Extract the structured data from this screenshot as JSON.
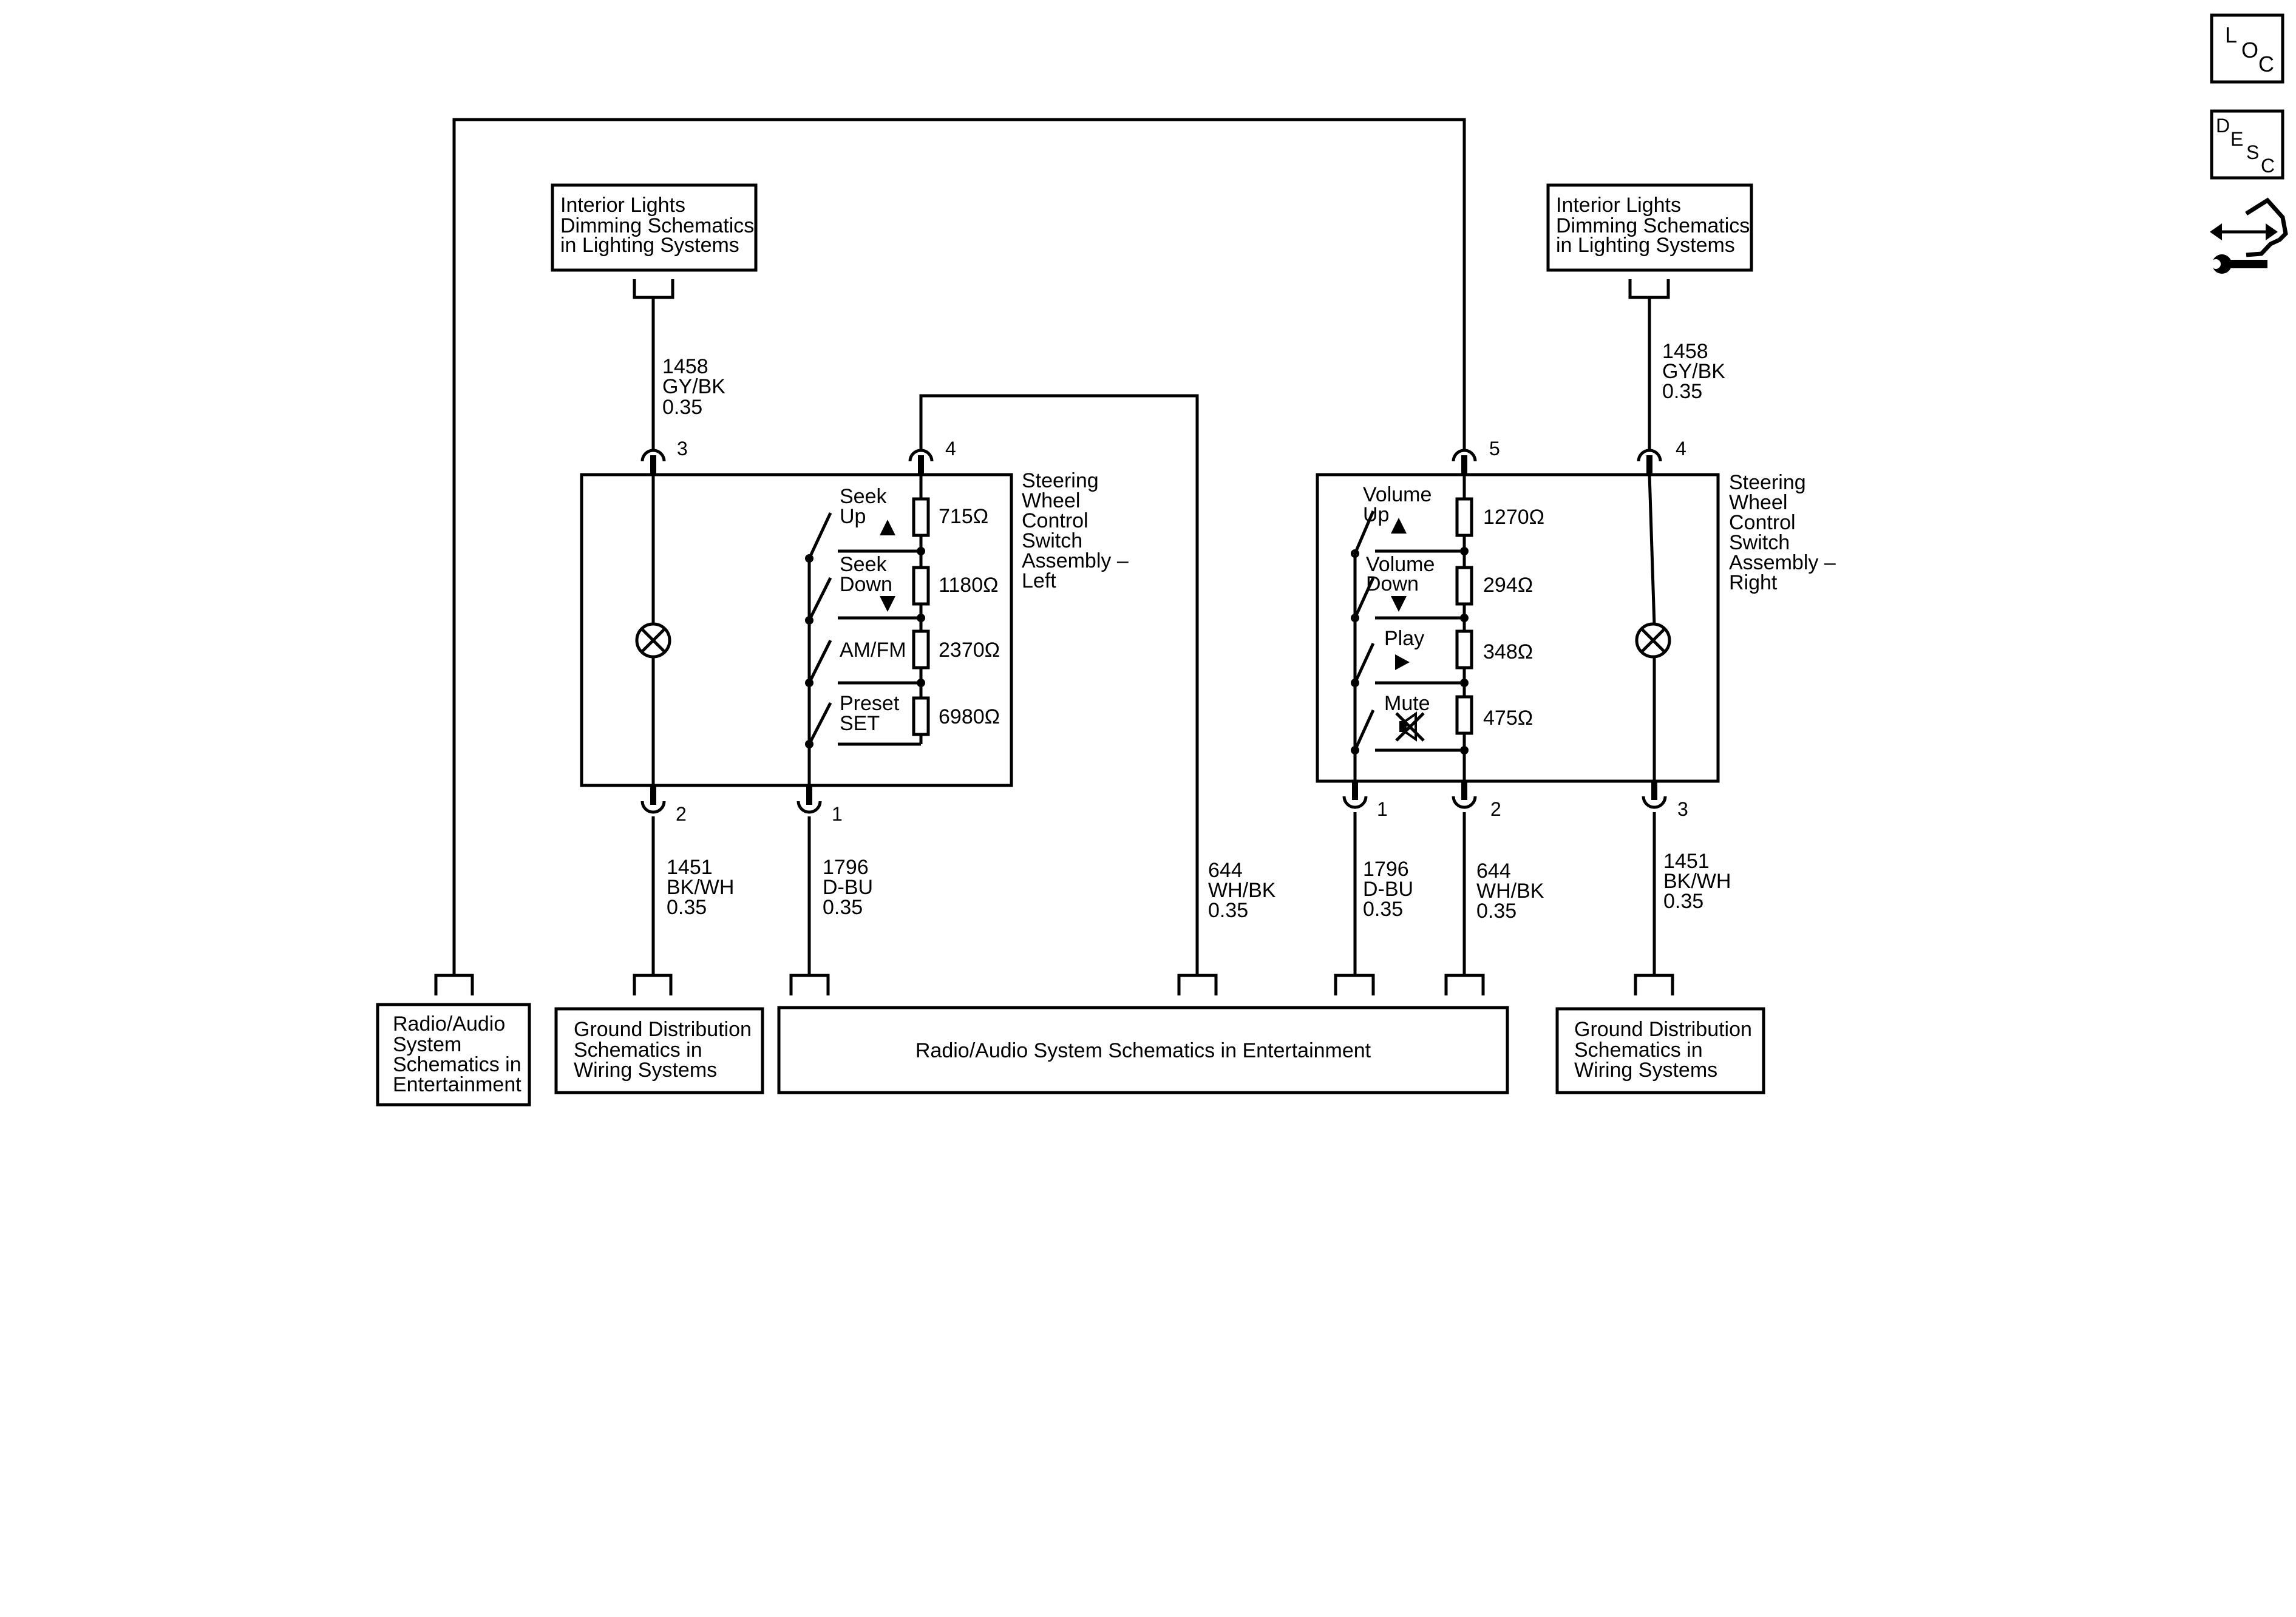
{
  "colors": {
    "line": "#000000",
    "background": "#ffffff"
  },
  "nav_icons": {
    "loc": {
      "name": "loc-icon",
      "l1": "L",
      "l2": "O",
      "l3": "C"
    },
    "desc": {
      "name": "desc-icon",
      "l1": "D",
      "l2": "E",
      "l3": "S",
      "l4": "C"
    },
    "connector_wrench": {
      "name": "connector-wrench-icon"
    }
  },
  "refs": {
    "interior_lights_left": [
      "Interior Lights",
      "Dimming Schematics",
      "in Lighting Systems"
    ],
    "interior_lights_right": [
      "Interior Lights",
      "Dimming Schematics",
      "in Lighting Systems"
    ],
    "radio_audio_small": [
      "Radio/Audio",
      "System",
      "Schematics in",
      "Entertainment"
    ],
    "ground_left": [
      "Ground Distribution",
      "Schematics in",
      "Wiring Systems"
    ],
    "radio_audio_main": "Radio/Audio System Schematics in Entertainment",
    "ground_right": [
      "Ground Distribution",
      "Schematics in",
      "Wiring Systems"
    ]
  },
  "components": {
    "left_switch": {
      "title": [
        "Steering",
        "Wheel",
        "Control",
        "Switch",
        "Assembly –",
        "Left"
      ],
      "switches": [
        {
          "label": [
            "Seek",
            "Up"
          ],
          "resistor": "715Ω"
        },
        {
          "label": [
            "Seek",
            "Down"
          ],
          "resistor": "1180Ω"
        },
        {
          "label": [
            "AM/FM"
          ],
          "resistor": "2370Ω"
        },
        {
          "label": [
            "Preset",
            "SET"
          ],
          "resistor": "6980Ω"
        }
      ],
      "pins": {
        "top_lamp": "3",
        "top_res": "4",
        "bottom_lamp": "2",
        "bottom_sw": "1"
      }
    },
    "right_switch": {
      "title": [
        "Steering",
        "Wheel",
        "Control",
        "Switch",
        "Assembly –",
        "Right"
      ],
      "switches": [
        {
          "label": [
            "Volume",
            "Up"
          ],
          "resistor": "1270Ω"
        },
        {
          "label": [
            "Volume",
            "Down"
          ],
          "resistor": "294Ω"
        },
        {
          "label": [
            "Play"
          ],
          "resistor": "348Ω"
        },
        {
          "label": [
            "Mute"
          ],
          "resistor": "475Ω"
        }
      ],
      "pins": {
        "top_res": "5",
        "top_lamp": "4",
        "bottom_sw": "1",
        "bottom_res": "2",
        "bottom_lamp": "3"
      }
    }
  },
  "wires": {
    "left_top": [
      "1458",
      "GY/BK",
      "0.35"
    ],
    "right_top": [
      "1458",
      "GY/BK",
      "0.35"
    ],
    "left_gnd": [
      "1451",
      "BK/WH",
      "0.35"
    ],
    "left_sig": [
      "1796",
      "D-BU",
      "0.35"
    ],
    "mid_644": [
      "644",
      "WH/BK",
      "0.35"
    ],
    "right_sig": [
      "1796",
      "D-BU",
      "0.35"
    ],
    "right_644": [
      "644",
      "WH/BK",
      "0.35"
    ],
    "right_gnd": [
      "1451",
      "BK/WH",
      "0.35"
    ]
  }
}
